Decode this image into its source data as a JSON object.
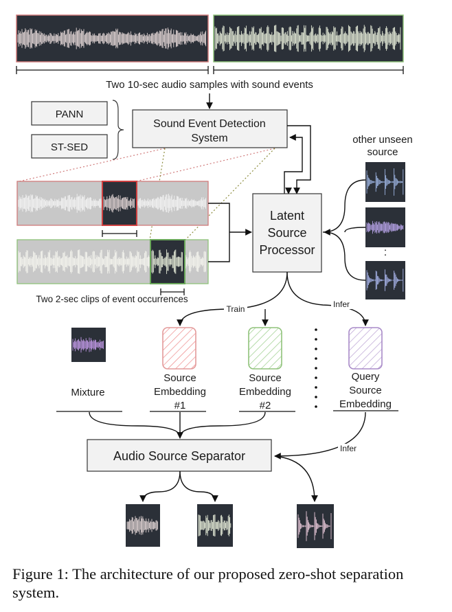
{
  "top_label": "Two 10-sec audio samples with sound events",
  "sed_models": [
    "PANN",
    "ST-SED"
  ],
  "sed_system": [
    "Sound Event Detection",
    "System"
  ],
  "latent_processor": [
    "Latent",
    "Source",
    "Processor"
  ],
  "clips_label": "Two 2-sec clips of event occurrences",
  "unseen_label": [
    "other unseen",
    "source"
  ],
  "vdots": ":",
  "train_label": "Train",
  "infer_label_top": "Infer",
  "infer_label_bottom": "Infer",
  "mixture_label": "Mixture",
  "embed1": [
    "Source",
    "Embedding",
    "#1"
  ],
  "embed2": [
    "Source",
    "Embedding",
    "#2"
  ],
  "query": [
    "Query",
    "Source",
    "Embedding"
  ],
  "separator": "Audio Source Separator",
  "caption": "Figure 1: The architecture of our proposed zero-shot separation system.",
  "colors": {
    "red": "#e07070",
    "green": "#8fc27a",
    "purple": "#a88ac8",
    "dark_wave_bg": "#2b3038",
    "gray_wave_bg": "#c8c8c8",
    "box_fill": "#f2f2f2"
  }
}
